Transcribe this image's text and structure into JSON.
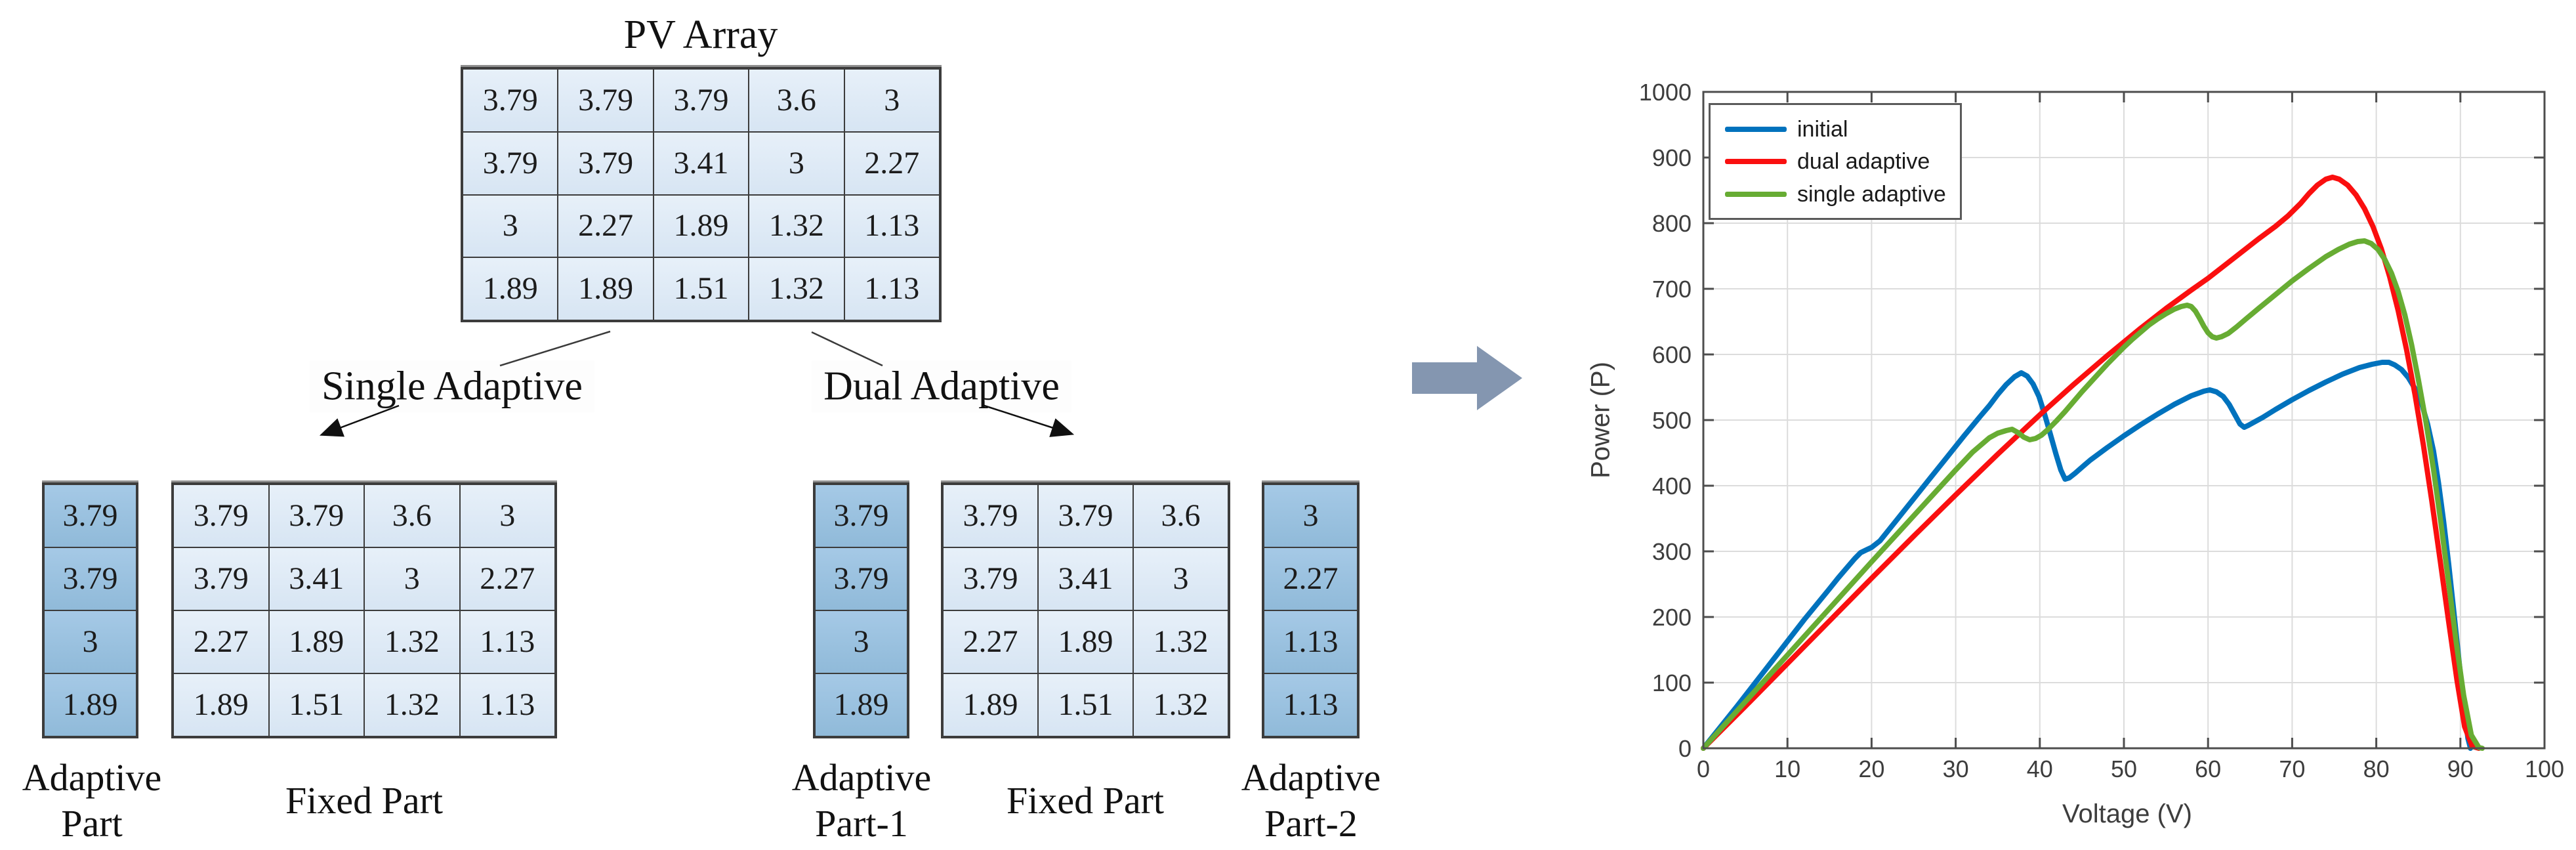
{
  "diagram": {
    "pv_array": {
      "title": "PV Array",
      "rows": [
        [
          "3.79",
          "3.79",
          "3.79",
          "3.6",
          "3"
        ],
        [
          "3.79",
          "3.79",
          "3.41",
          "3",
          "2.27"
        ],
        [
          "3",
          "2.27",
          "1.89",
          "1.32",
          "1.13"
        ],
        [
          "1.89",
          "1.89",
          "1.51",
          "1.32",
          "1.13"
        ]
      ]
    },
    "single_branch": {
      "label": "Single Adaptive",
      "adaptive_part": {
        "caption": "Adaptive Part",
        "values": [
          "3.79",
          "3.79",
          "3",
          "1.89"
        ]
      },
      "fixed_part": {
        "caption": "Fixed Part",
        "rows": [
          [
            "3.79",
            "3.79",
            "3.6",
            "3"
          ],
          [
            "3.79",
            "3.41",
            "3",
            "2.27"
          ],
          [
            "2.27",
            "1.89",
            "1.32",
            "1.13"
          ],
          [
            "1.89",
            "1.51",
            "1.32",
            "1.13"
          ]
        ]
      }
    },
    "dual_branch": {
      "label": "Dual Adaptive",
      "adaptive_part1": {
        "caption": "Adaptive Part-1",
        "values": [
          "3.79",
          "3.79",
          "3",
          "1.89"
        ]
      },
      "fixed_part": {
        "caption": "Fixed Part",
        "rows": [
          [
            "3.79",
            "3.79",
            "3.6"
          ],
          [
            "3.79",
            "3.41",
            "3"
          ],
          [
            "2.27",
            "1.89",
            "1.32"
          ],
          [
            "1.89",
            "1.51",
            "1.32"
          ]
        ]
      },
      "adaptive_part2": {
        "caption": "Adaptive Part-2",
        "values": [
          "3",
          "2.27",
          "1.13",
          "1.13"
        ]
      }
    },
    "arrow_color": "#8496b0"
  },
  "chart_data": {
    "type": "line",
    "xlabel": "Voltage (V)",
    "ylabel": "Power (P)",
    "xlim": [
      0,
      100
    ],
    "ylim": [
      0,
      1000
    ],
    "xticks": [
      0,
      10,
      20,
      30,
      40,
      50,
      60,
      70,
      80,
      90,
      100
    ],
    "yticks": [
      0,
      100,
      200,
      300,
      400,
      500,
      600,
      700,
      800,
      900,
      1000
    ],
    "grid": true,
    "legend_position": "top-left",
    "series": [
      {
        "name": "initial",
        "color": "#0072bd",
        "points": [
          [
            0,
            0
          ],
          [
            4,
            64
          ],
          [
            8,
            130
          ],
          [
            12,
            196
          ],
          [
            15,
            243
          ],
          [
            16,
            259
          ],
          [
            17,
            274
          ],
          [
            18,
            289
          ],
          [
            18.7,
            298
          ],
          [
            19.5,
            303
          ],
          [
            20,
            306
          ],
          [
            21,
            316
          ],
          [
            23,
            348
          ],
          [
            25,
            380
          ],
          [
            27,
            412
          ],
          [
            29,
            444
          ],
          [
            31,
            476
          ],
          [
            33,
            507
          ],
          [
            34,
            522
          ],
          [
            35,
            539
          ],
          [
            36,
            554
          ],
          [
            37,
            566
          ],
          [
            37.8,
            572
          ],
          [
            38.5,
            567
          ],
          [
            39.2,
            555
          ],
          [
            39.9,
            536
          ],
          [
            40.5,
            512
          ],
          [
            41.2,
            481
          ],
          [
            41.9,
            449
          ],
          [
            42.5,
            424
          ],
          [
            43,
            410
          ],
          [
            43.5,
            412
          ],
          [
            44.2,
            419
          ],
          [
            45,
            428
          ],
          [
            46,
            439
          ],
          [
            48,
            458
          ],
          [
            50,
            476
          ],
          [
            52,
            493
          ],
          [
            54,
            509
          ],
          [
            56,
            524
          ],
          [
            58,
            537
          ],
          [
            59.5,
            544
          ],
          [
            60.2,
            546
          ],
          [
            61,
            543
          ],
          [
            61.8,
            536
          ],
          [
            62.5,
            524
          ],
          [
            63.2,
            508
          ],
          [
            63.8,
            494
          ],
          [
            64.3,
            489
          ],
          [
            64.8,
            492
          ],
          [
            65.5,
            497
          ],
          [
            66.5,
            504
          ],
          [
            68,
            516
          ],
          [
            70,
            531
          ],
          [
            72,
            545
          ],
          [
            74,
            558
          ],
          [
            76,
            570
          ],
          [
            78,
            580
          ],
          [
            79.5,
            585
          ],
          [
            80.7,
            588
          ],
          [
            81.5,
            588
          ],
          [
            82.2,
            584
          ],
          [
            83,
            577
          ],
          [
            83.8,
            565
          ],
          [
            84.6,
            548
          ],
          [
            85.4,
            525
          ],
          [
            86.1,
            494
          ],
          [
            86.8,
            453
          ],
          [
            87.4,
            404
          ],
          [
            88,
            346
          ],
          [
            88.6,
            281
          ],
          [
            89.2,
            211
          ],
          [
            89.8,
            138
          ],
          [
            90.4,
            66
          ],
          [
            90.9,
            15
          ],
          [
            91.2,
            0
          ]
        ]
      },
      {
        "name": "dual adaptive",
        "color": "#fa0f0f",
        "points": [
          [
            0,
            0
          ],
          [
            5,
            64
          ],
          [
            10,
            129
          ],
          [
            15,
            194
          ],
          [
            20,
            259
          ],
          [
            25,
            323
          ],
          [
            30,
            386
          ],
          [
            35,
            448
          ],
          [
            40,
            508
          ],
          [
            44,
            554
          ],
          [
            48,
            598
          ],
          [
            52,
            640
          ],
          [
            55,
            670
          ],
          [
            58,
            698
          ],
          [
            60,
            716
          ],
          [
            63,
            746
          ],
          [
            66,
            776
          ],
          [
            68,
            795
          ],
          [
            69.5,
            811
          ],
          [
            71,
            830
          ],
          [
            72,
            845
          ],
          [
            73,
            858
          ],
          [
            74,
            867
          ],
          [
            74.8,
            870
          ],
          [
            75.6,
            867
          ],
          [
            76.6,
            858
          ],
          [
            77.6,
            843
          ],
          [
            78.6,
            822
          ],
          [
            79.6,
            795
          ],
          [
            80.6,
            761
          ],
          [
            81.6,
            718
          ],
          [
            82.6,
            667
          ],
          [
            83.6,
            607
          ],
          [
            84.6,
            539
          ],
          [
            85.6,
            462
          ],
          [
            86.6,
            377
          ],
          [
            87.6,
            286
          ],
          [
            88.6,
            193
          ],
          [
            89.6,
            103
          ],
          [
            90.5,
            33
          ],
          [
            91.4,
            3
          ],
          [
            92.2,
            0
          ]
        ]
      },
      {
        "name": "single adaptive",
        "color": "#67ac33",
        "points": [
          [
            0,
            0
          ],
          [
            5,
            71
          ],
          [
            10,
            142
          ],
          [
            15,
            213
          ],
          [
            20,
            284
          ],
          [
            24,
            340
          ],
          [
            27,
            382
          ],
          [
            30,
            424
          ],
          [
            32,
            451
          ],
          [
            34,
            473
          ],
          [
            35,
            480
          ],
          [
            36,
            484
          ],
          [
            36.7,
            486
          ],
          [
            37.4,
            481
          ],
          [
            38.1,
            474
          ],
          [
            38.8,
            470
          ],
          [
            39.5,
            472
          ],
          [
            40.2,
            477
          ],
          [
            41,
            486
          ],
          [
            42,
            499
          ],
          [
            43,
            513
          ],
          [
            44,
            528
          ],
          [
            45,
            543
          ],
          [
            46,
            557
          ],
          [
            47,
            571
          ],
          [
            48,
            585
          ],
          [
            49,
            598
          ],
          [
            50,
            611
          ],
          [
            51,
            623
          ],
          [
            52,
            634
          ],
          [
            53,
            645
          ],
          [
            54,
            654
          ],
          [
            55,
            662
          ],
          [
            56,
            669
          ],
          [
            56.8,
            673
          ],
          [
            57.5,
            675
          ],
          [
            58,
            673
          ],
          [
            58.5,
            666
          ],
          [
            59,
            655
          ],
          [
            59.5,
            643
          ],
          [
            60,
            633
          ],
          [
            60.5,
            627
          ],
          [
            61,
            625
          ],
          [
            61.6,
            627
          ],
          [
            62.4,
            632
          ],
          [
            63.4,
            642
          ],
          [
            64.5,
            654
          ],
          [
            66,
            670
          ],
          [
            68,
            691
          ],
          [
            70,
            712
          ],
          [
            72,
            731
          ],
          [
            74,
            749
          ],
          [
            75.5,
            760
          ],
          [
            76.8,
            768
          ],
          [
            77.8,
            772
          ],
          [
            78.6,
            773
          ],
          [
            79.4,
            769
          ],
          [
            80.2,
            760
          ],
          [
            81,
            745
          ],
          [
            81.8,
            724
          ],
          [
            82.6,
            696
          ],
          [
            83.4,
            660
          ],
          [
            84.2,
            615
          ],
          [
            85,
            562
          ],
          [
            85.9,
            498
          ],
          [
            86.8,
            425
          ],
          [
            87.7,
            342
          ],
          [
            88.6,
            252
          ],
          [
            89.5,
            162
          ],
          [
            90.4,
            80
          ],
          [
            91.3,
            20
          ],
          [
            92.2,
            1
          ],
          [
            92.6,
            0
          ]
        ]
      }
    ]
  }
}
